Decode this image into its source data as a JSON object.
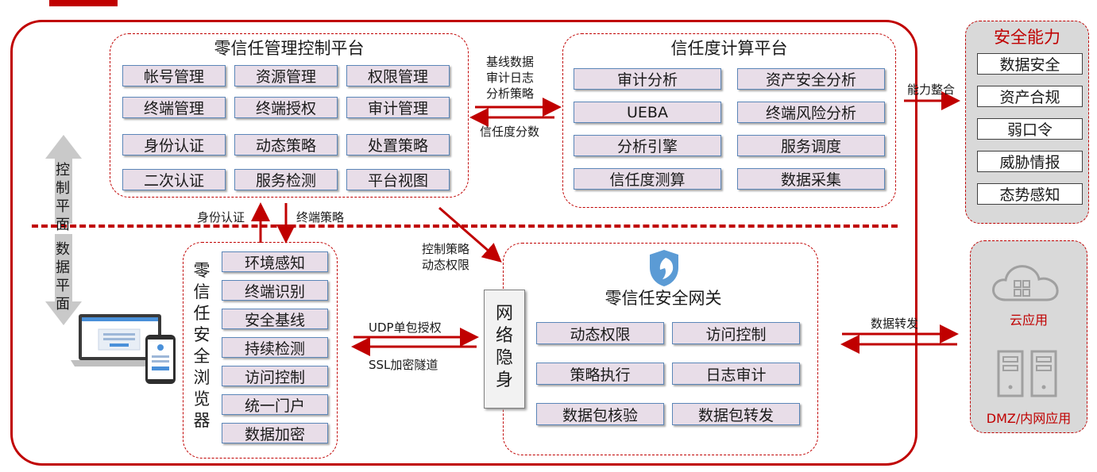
{
  "mgmt": {
    "title": "零信任管理控制平台",
    "items": [
      "帐号管理",
      "资源管理",
      "权限管理",
      "终端管理",
      "终端授权",
      "审计管理",
      "身份认证",
      "动态策略",
      "处置策略",
      "二次认证",
      "服务检测",
      "平台视图"
    ]
  },
  "trust": {
    "title": "信任度计算平台",
    "items": [
      "审计分析",
      "资产安全分析",
      "UEBA",
      "终端风险分析",
      "分析引擎",
      "服务调度",
      "信任度测算",
      "数据采集"
    ]
  },
  "browser": {
    "title": "零信任安全浏览器",
    "items": [
      "环境感知",
      "终端识别",
      "安全基线",
      "持续检测",
      "访问控制",
      "统一门户",
      "数据加密"
    ]
  },
  "gateway": {
    "title": "零信任安全网关",
    "items": [
      "动态权限",
      "访问控制",
      "策略执行",
      "日志审计",
      "数据包核验",
      "数据包转发"
    ]
  },
  "hidden_box": "网络隐身",
  "planes": {
    "control": "控制平面",
    "data": "数据平面"
  },
  "arrows": {
    "mgmt_to_trust": "基线数据\n审计日志\n分析策略",
    "trust_to_mgmt": "信任度分数",
    "identity_auth": "身份认证",
    "terminal_policy": "终端策略",
    "control_policy": "控制策略\n动态权限",
    "udp": "UDP单包授权",
    "ssl": "SSL加密隧道",
    "capability": "能力整合",
    "data_forward": "数据转发"
  },
  "security": {
    "title": "安全能力",
    "items": [
      "数据安全",
      "资产合规",
      "弱口令",
      "威胁情报",
      "态势感知"
    ]
  },
  "apps": {
    "cloud": "云应用",
    "dmz": "DMZ/内网应用"
  },
  "colors": {
    "accent": "#c00000",
    "tile_fill": "#e8dde8",
    "tile_border": "#5b86b8"
  },
  "icons": [
    "shield-icon",
    "laptop-icon",
    "phone-icon",
    "cloud-icon",
    "server-icon"
  ]
}
